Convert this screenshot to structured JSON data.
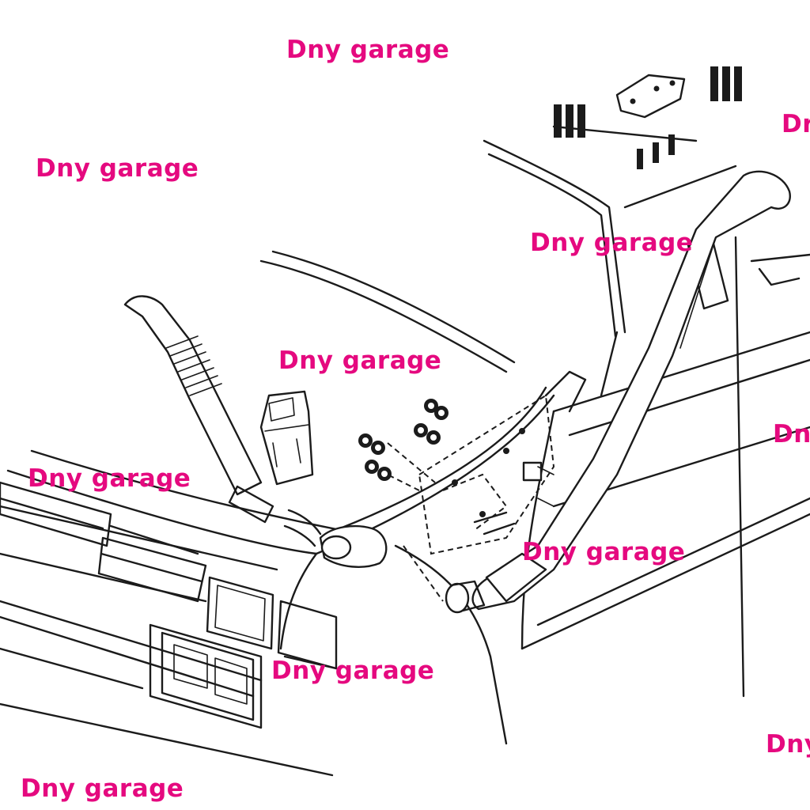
{
  "watermark": {
    "text": "Dny garage",
    "color": "#e5097f",
    "instances": [
      {
        "id": "wm-1",
        "text": "Dny garage"
      },
      {
        "id": "wm-2",
        "text": "Dny garage"
      },
      {
        "id": "wm-3",
        "text": "Dr"
      },
      {
        "id": "wm-4",
        "text": "Dny garage"
      },
      {
        "id": "wm-5",
        "text": "Dny garage"
      },
      {
        "id": "wm-6",
        "text": "Dn"
      },
      {
        "id": "wm-7",
        "text": "Dny garage"
      },
      {
        "id": "wm-8",
        "text": "Dny garage"
      },
      {
        "id": "wm-9",
        "text": "Dny garage"
      },
      {
        "id": "wm-10",
        "text": "Dny"
      },
      {
        "id": "wm-11",
        "text": "Dny garage"
      }
    ]
  },
  "diagram": {
    "subject": "snorkel-installation-exploded-view",
    "line_color": "#1b1b1b",
    "background": "#ffffff"
  }
}
